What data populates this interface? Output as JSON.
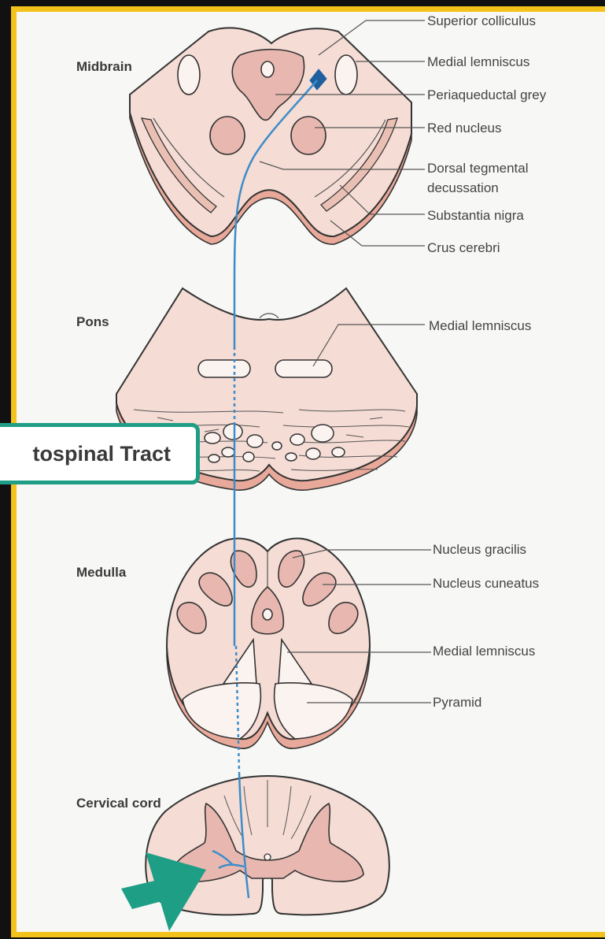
{
  "sections": {
    "midbrain": "Midbrain",
    "pons": "Pons",
    "medulla": "Medulla",
    "cervical": "Cervical cord"
  },
  "labels": {
    "superior_colliculus": "Superior colliculus",
    "medial_lemniscus_mid": "Medial lemniscus",
    "periaqueductal_grey": "Periaqueductal grey",
    "red_nucleus": "Red nucleus",
    "dorsal_tegmental_1": "Dorsal tegmental",
    "dorsal_tegmental_2": "decussation",
    "substantia_nigra": "Substantia nigra",
    "crus_cerebri": "Crus cerebri",
    "medial_lemniscus_pons": "Medial lemniscus",
    "nucleus_gracilis": "Nucleus gracilis",
    "nucleus_cuneatus": "Nucleus cuneatus",
    "medial_lemniscus_med": "Medial lemniscus",
    "pyramid": "Pyramid"
  },
  "callout": "tospinal Tract",
  "colors": {
    "frame": "#f3c21b",
    "tract": "#3d8cc9",
    "callout_border": "#1f9e86",
    "arrow": "#1f9e86",
    "tissue": "#f5dcd4"
  }
}
